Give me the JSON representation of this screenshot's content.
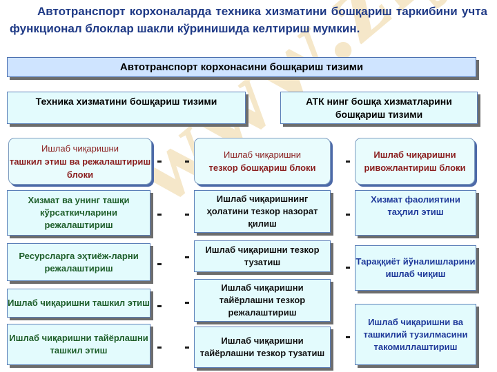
{
  "intro": "Автотранспорт корхоналарда техника хизматини бошқариш таркибини учта функционал блоклар шакли кўринишида келтириш мумкин.",
  "watermark": "www.ziyouz.com",
  "top_box": "Автотранспорт корхонасини бошқариш тизими",
  "sub_left": "Техника хизматини бошқариш тизими",
  "sub_right": "АТК нинг бошқа хизматларини бошқариш тизими",
  "blocks": {
    "left": {
      "line1": "Ишлаб чиқаришни",
      "line2": "ташкил этиш ва режалаштириш блоки"
    },
    "center": {
      "line1": "Ишлаб чиқаришни",
      "line2": "тезкор бошқариш блоки"
    },
    "right": {
      "line1": "Ишлаб  чиқаришни",
      "line2": "ривожлантириш блоки"
    }
  },
  "left_items": [
    "Хизмат ва унинг ташқи кўрсаткичларини режалаштириш",
    "Ресурсларга эҳтиёж-ларни режалаштириш",
    "Ишлаб чиқаришни ташкил этиш",
    "Ишлаб чиқаришни тайёрлашни  ташкил этиш"
  ],
  "center_items": [
    "Ишлаб чиқаришнинг ҳолатини тезкор назорат қилиш",
    "Ишлаб чиқаришни тезкор тузатиш",
    "Ишлаб чиқаришни тайёрлашни  тезкор режалаштириш",
    "Ишлаб чиқаришни тайёрлашни  тезкор тузатиш"
  ],
  "right_items": [
    "Хизмат фаолиятини таҳлил этиш",
    "Тараққиёт йўналишларини ишлаб чиқиш",
    "Ишлаб чиқаришни ва ташкилий тузилмасини такомиллаштириш"
  ],
  "colors": {
    "title_text": "#1f3a86",
    "main_box": "#cfe4ff",
    "item_box": "#e3fbfd",
    "block_text": "#8a1f1f",
    "left_items_text": "#1e5e2a",
    "center_items_text": "#111111",
    "right_items_text": "#1f3a9a",
    "watermark": "#dcaa3c"
  }
}
